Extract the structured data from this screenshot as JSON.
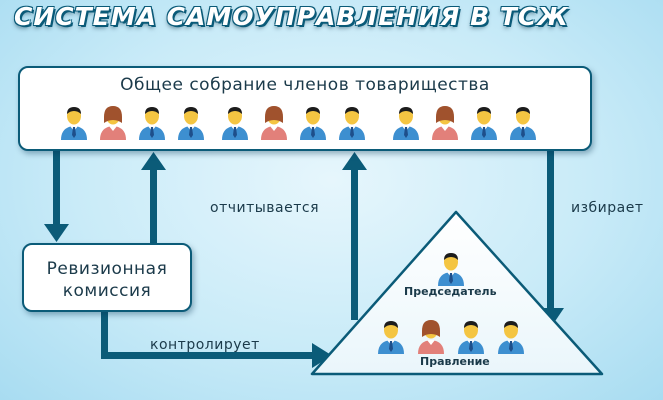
{
  "title": "СИСТЕМА САМОУПРАВЛЕНИЯ В ТСЖ",
  "nodes": {
    "assembly": "Общее собрание членов товарищества",
    "audit_line1": "Ревизионная",
    "audit_line2": "комиссия",
    "chairman": "Председатель",
    "board": "Правление"
  },
  "edges": {
    "reports": "отчитывается",
    "elects": "избирает",
    "controls": "контролирует"
  },
  "colors": {
    "arrow": "#0b5b78",
    "male_shirt": "#3d8fd0",
    "female_shirt": "#e2807a",
    "skin": "#f4c542",
    "hair": "#1c1c1c"
  }
}
